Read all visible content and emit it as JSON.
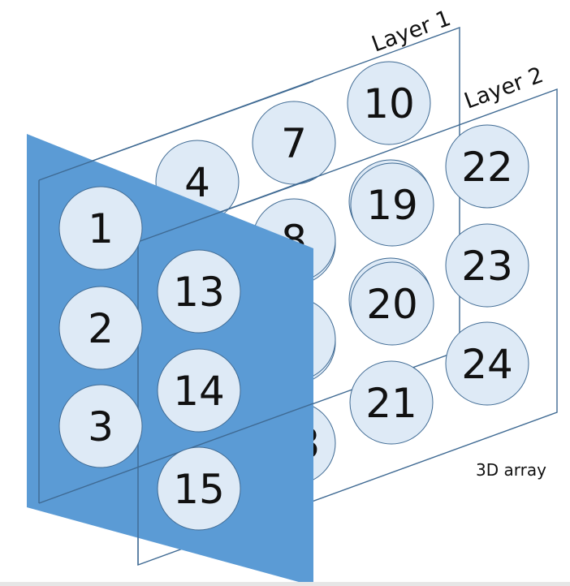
{
  "labels": {
    "layer1": "Layer 1",
    "layer2": "Layer 2",
    "caption": "3D array"
  },
  "cells": {
    "c1": "1",
    "c2": "2",
    "c3": "3",
    "c4": "4",
    "c7": "7",
    "c8": "8",
    "c10": "10",
    "c13": "13",
    "c14": "14",
    "c15": "15",
    "c18": "18",
    "c19": "19",
    "c20": "20",
    "c21": "21",
    "c22": "22",
    "c23": "23",
    "c24": "24"
  },
  "colors": {
    "front_plane": "#5b9bd5",
    "cell_fill": "#deeaf6",
    "outline": "#3f6a93"
  }
}
